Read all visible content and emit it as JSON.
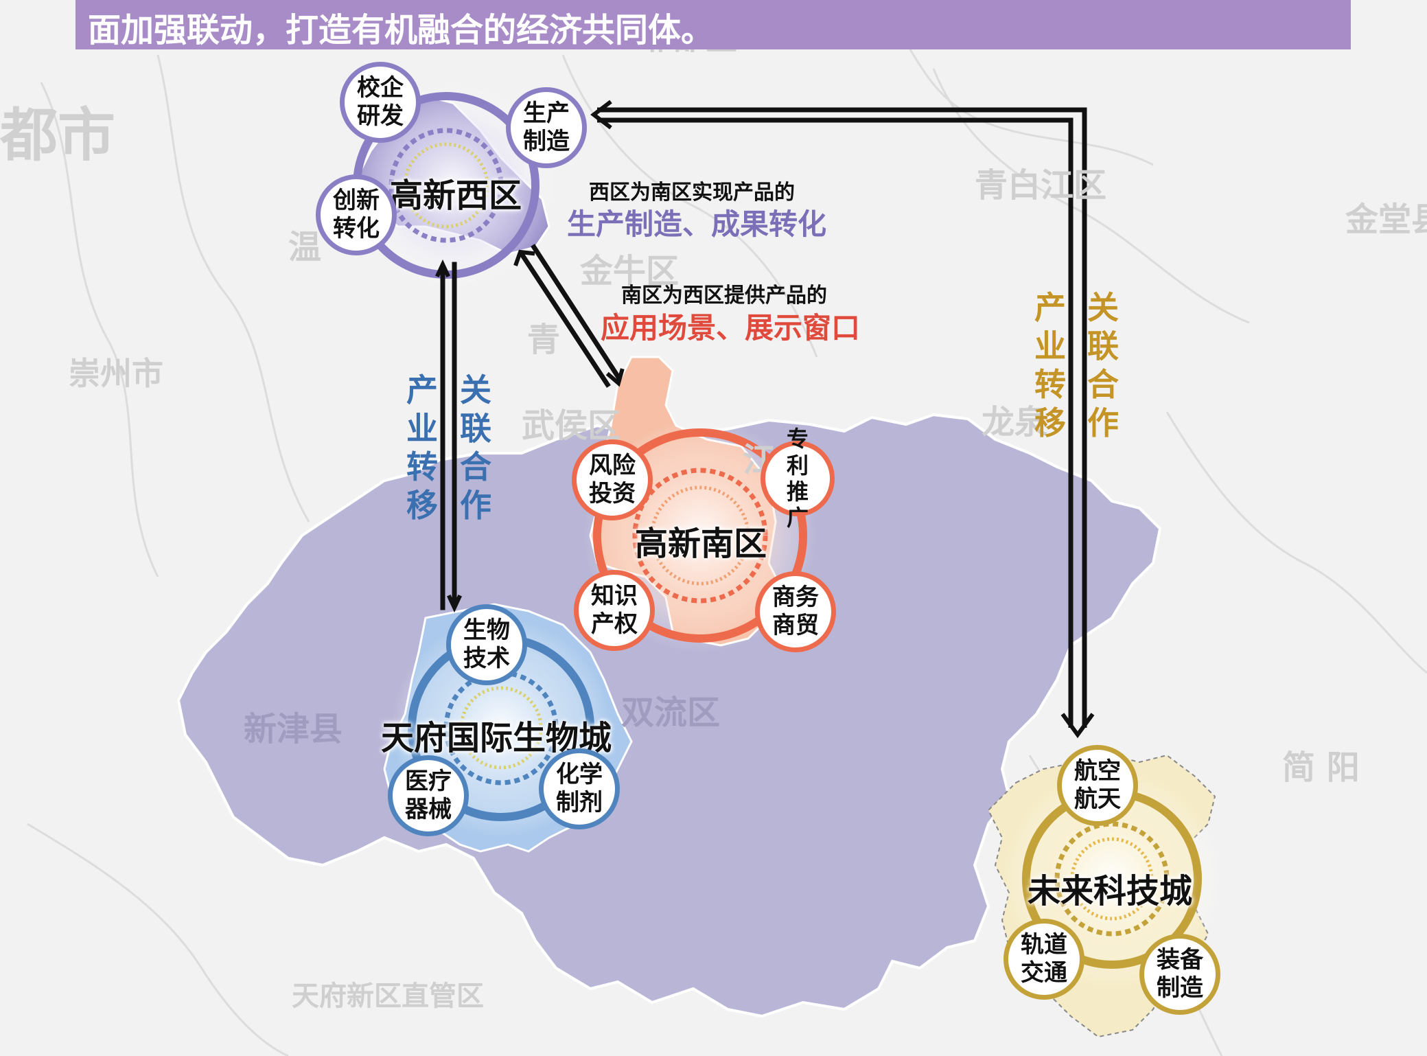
{
  "banner": {
    "text": "面加强联动，打造有机融合的经济共同体。",
    "color": "#a78cc8"
  },
  "background_labels": {
    "dushi": "都市",
    "pi_district": "郫都区",
    "qingbaijiang": "青白江区",
    "jintang": "金堂县",
    "wen": "温",
    "jinniu": "金牛区",
    "qing": "青",
    "chongzhou": "崇州市",
    "wuhou": "武侯区",
    "jiang": "江",
    "longquan": "龙泉",
    "xinjin": "新津县",
    "shuangliu": "双流区",
    "jianyang": "简 阳",
    "tianfu_xinqu": "天府新区直管区"
  },
  "hubs": {
    "west": {
      "name": "高新西区",
      "color": "#8a7fc4",
      "satellites": [
        "校企研发",
        "生产制造",
        "创新转化"
      ]
    },
    "south": {
      "name": "高新南区",
      "color": "#ee6a4c",
      "satellites": [
        "风险投资",
        "专利推广",
        "知识产权",
        "商务商贸"
      ]
    },
    "bio": {
      "name": "天府国际生物城",
      "color": "#4f84be",
      "satellites": [
        "生物技术",
        "医疗器械",
        "化学制剂"
      ]
    },
    "future": {
      "name": "未来科技城",
      "color": "#c4a23a",
      "satellites": [
        "航空航天",
        "轨道交通",
        "装备制造"
      ]
    }
  },
  "annotations": {
    "west_to_south_line1": "西区为南区实现产品的",
    "west_to_south_line2": "生产制造、成果转化",
    "south_to_west_line1": "南区为西区提供产品的",
    "south_to_west_line2": "应用场景、展示窗口",
    "blue_left": "产业转移",
    "blue_right": "关联合作",
    "gold_left": "产业转移",
    "gold_right": "关联合作"
  },
  "colors": {
    "region_fill": "#b8b5d6",
    "west_accent": "#8a7fc4",
    "south_accent": "#ee6a4c",
    "south_fill": "#f6bfa6",
    "bio_accent": "#4f84be",
    "bio_fill": "#aac9ec",
    "future_accent": "#c4a23a",
    "future_fill": "#f5ebc6",
    "purple_text": "#7b6fb8",
    "red_text": "#e04a3c",
    "blue_text": "#3b70b0",
    "gold_text": "#c49426"
  }
}
